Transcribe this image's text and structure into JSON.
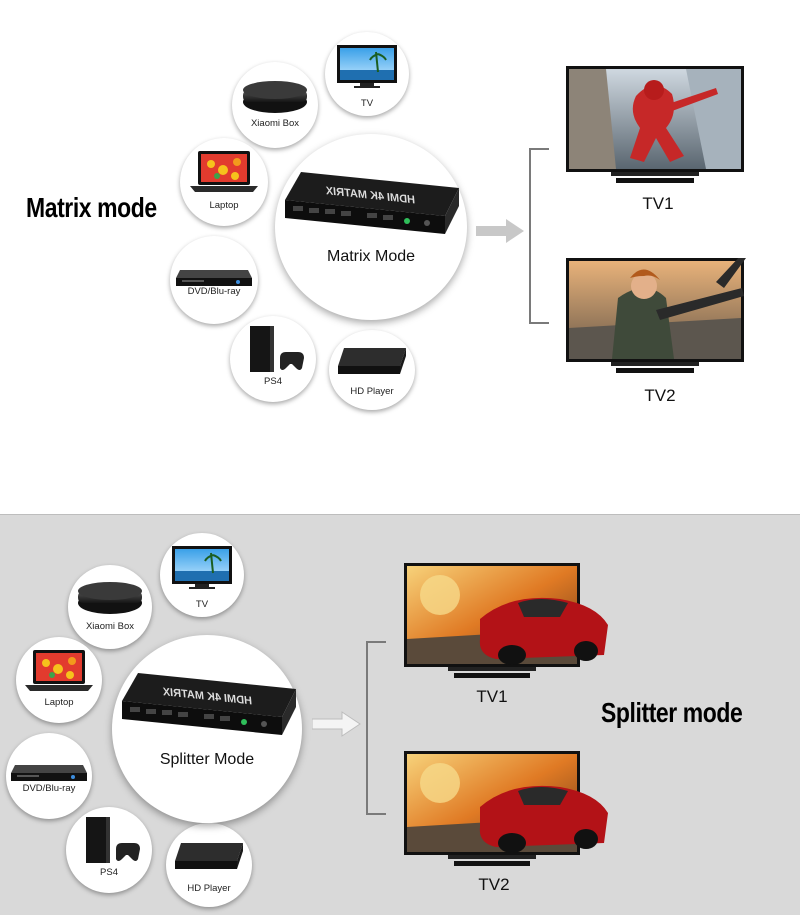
{
  "matrix": {
    "title": "Matrix mode",
    "center_label": "Matrix Mode",
    "device_label": "HDMI 4K MATRIX",
    "sources": [
      {
        "name": "xiaomi-box",
        "label": "Xiaomi Box",
        "icon": "tv-box-icon"
      },
      {
        "name": "tv",
        "label": "TV",
        "icon": "tv-icon"
      },
      {
        "name": "laptop",
        "label": "Laptop",
        "icon": "laptop-icon"
      },
      {
        "name": "dvd",
        "label": "DVD/Blu-ray",
        "icon": "dvd-player-icon"
      },
      {
        "name": "ps4",
        "label": "PS4",
        "icon": "game-console-icon"
      },
      {
        "name": "hd-player",
        "label": "HD Player",
        "icon": "media-player-icon"
      }
    ],
    "outputs": [
      {
        "label": "TV1",
        "scene": "superhero"
      },
      {
        "label": "TV2",
        "scene": "soldier"
      }
    ]
  },
  "splitter": {
    "title": "Splitter mode",
    "center_label": "Splitter Mode",
    "device_label": "HDMI 4K MATRIX",
    "sources": [
      {
        "name": "xiaomi-box",
        "label": "Xiaomi Box",
        "icon": "tv-box-icon"
      },
      {
        "name": "tv",
        "label": "TV",
        "icon": "tv-icon"
      },
      {
        "name": "laptop",
        "label": "Laptop",
        "icon": "laptop-icon"
      },
      {
        "name": "dvd",
        "label": "DVD/Blu-ray",
        "icon": "dvd-player-icon"
      },
      {
        "name": "ps4",
        "label": "PS4",
        "icon": "game-console-icon"
      },
      {
        "name": "hd-player",
        "label": "HD Player",
        "icon": "media-player-icon"
      }
    ],
    "outputs": [
      {
        "label": "TV1",
        "scene": "race-car"
      },
      {
        "label": "TV2",
        "scene": "race-car"
      }
    ]
  },
  "colors": {
    "bottom_background": "#d9d9d9",
    "arrow": "#c8c8c8",
    "bracket": "#7a7a7a"
  }
}
